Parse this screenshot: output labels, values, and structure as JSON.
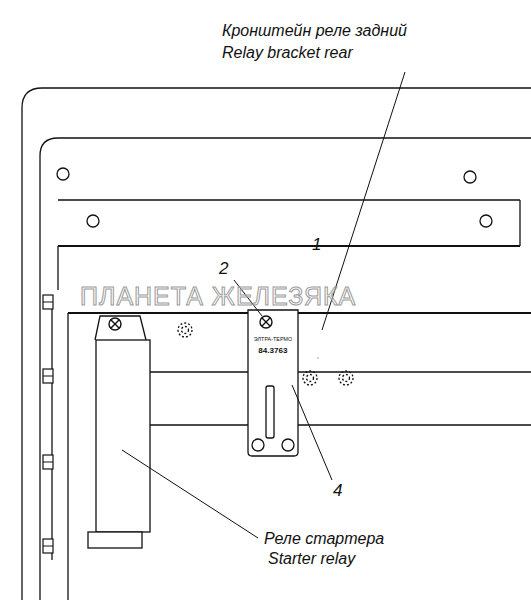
{
  "diagram": {
    "nodes": [
      {
        "text": [
          "ЭЛТРА-ТЕРМО",
          "84.3763"
        ]
      }
    ],
    "labels": [
      "Кронштейн реле задний",
      "Relay bracket rear",
      "1",
      "2",
      "4",
      "ПЛАНЕТА ЖЕЛЕЗЯКА",
      "Реле стартера",
      "Starter relay"
    ]
  }
}
